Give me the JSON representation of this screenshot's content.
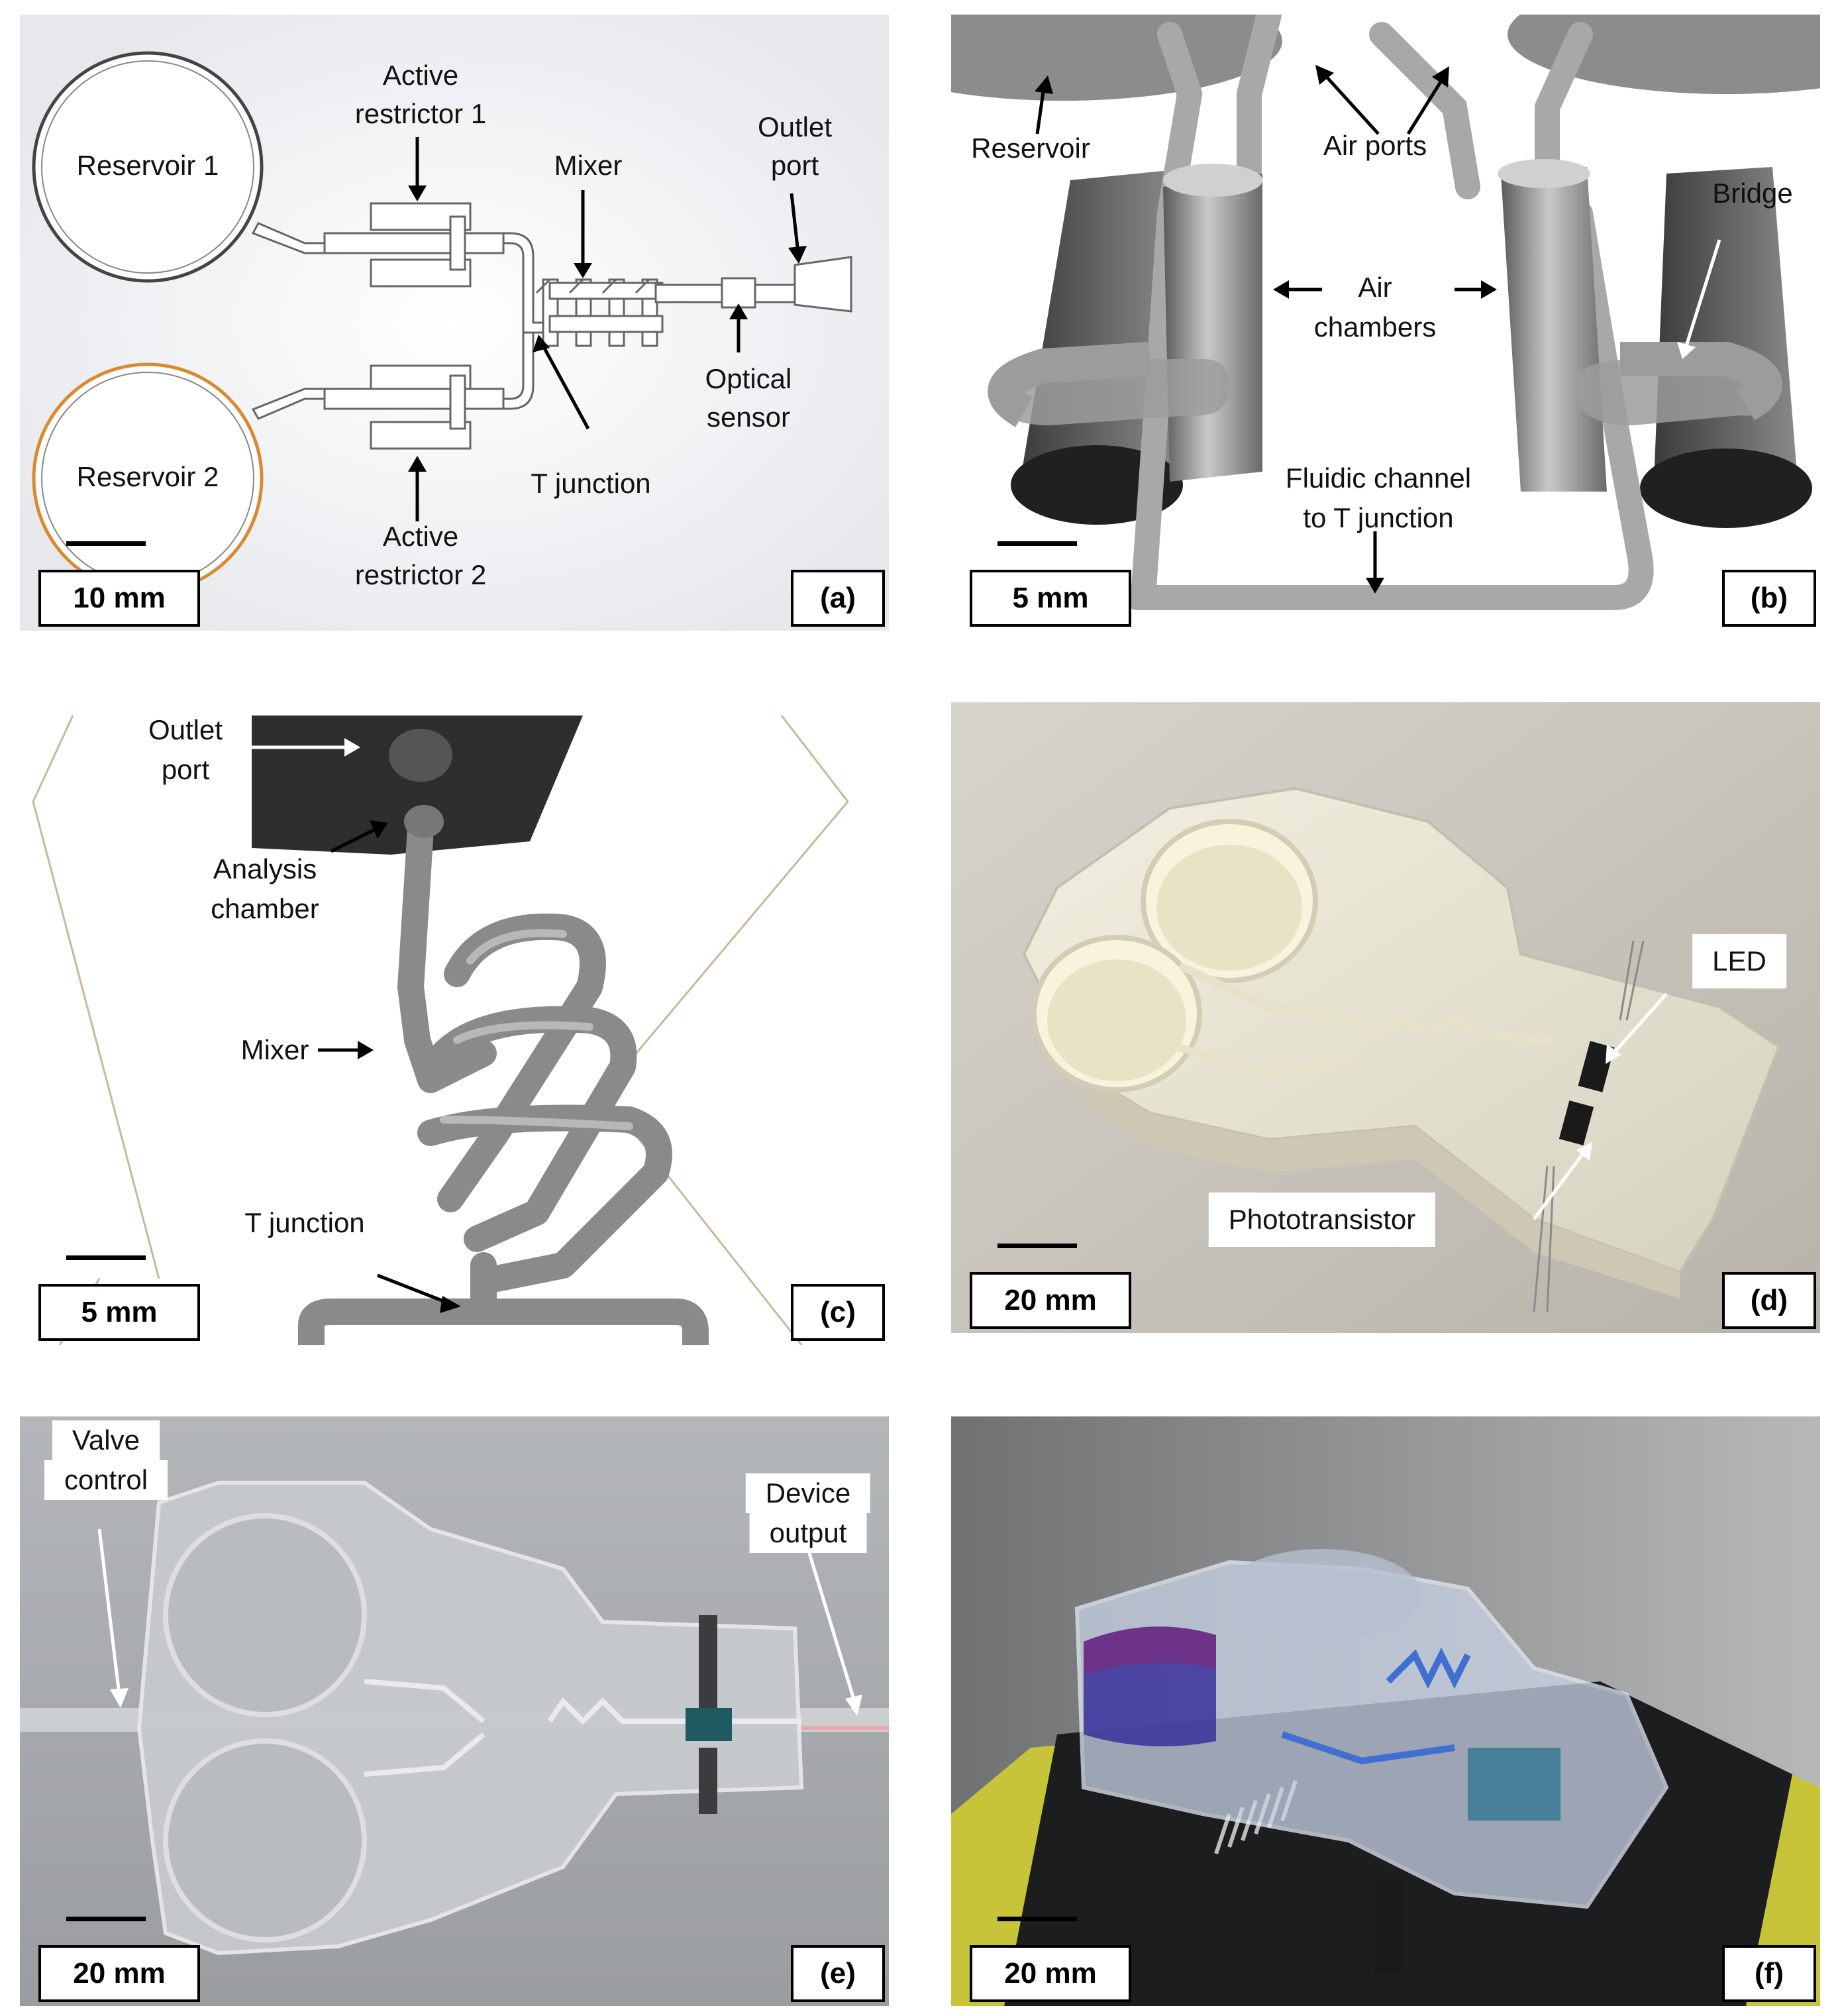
{
  "panels": {
    "a": {
      "id": "(a)",
      "scale": "10 mm",
      "labels": {
        "reservoir1": "Reservoir 1",
        "reservoir2": "Reservoir 2",
        "restrictor1_l1": "Active",
        "restrictor1_l2": "restrictor 1",
        "restrictor2_l1": "Active",
        "restrictor2_l2": "restrictor 2",
        "mixer": "Mixer",
        "outlet_l1": "Outlet",
        "outlet_l2": "port",
        "optical_l1": "Optical",
        "optical_l2": "sensor",
        "tjunction": "T junction"
      }
    },
    "b": {
      "id": "(b)",
      "scale": "5 mm",
      "labels": {
        "reservoir": "Reservoir",
        "airports": "Air ports",
        "bridge": "Bridge",
        "airchambers_l1": "Air",
        "airchambers_l2": "chambers",
        "fluidic_l1": "Fluidic channel",
        "fluidic_l2": "to T junction"
      }
    },
    "c": {
      "id": "(c)",
      "scale": "5 mm",
      "labels": {
        "outlet_l1": "Outlet",
        "outlet_l2": "port",
        "analysis_l1": "Analysis",
        "analysis_l2": "chamber",
        "mixer": "Mixer",
        "tjunction": "T junction"
      }
    },
    "d": {
      "id": "(d)",
      "scale": "20 mm",
      "labels": {
        "led": "LED",
        "phototransistor": "Phototransistor"
      }
    },
    "e": {
      "id": "(e)",
      "scale": "20 mm",
      "labels": {
        "valve_l1": "Valve",
        "valve_l2": "control",
        "output_l1": "Device",
        "output_l2": "output"
      }
    },
    "f": {
      "id": "(f)",
      "scale": "20 mm"
    }
  }
}
